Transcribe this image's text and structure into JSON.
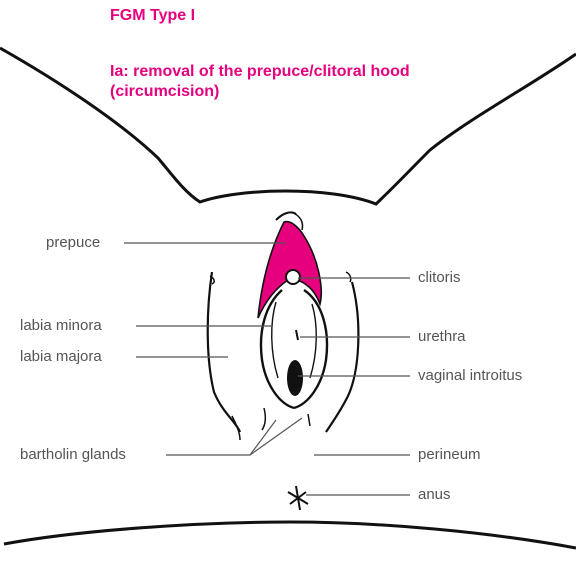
{
  "title": "FGM Type I",
  "subtitle": {
    "prefix": "Ia:",
    "text_line1": " removal of the prepuce/clitoral hood",
    "text_line2": "(circumcision)"
  },
  "labels": {
    "prepuce": "prepuce",
    "labia_minora": "labia minora",
    "labia_majora": "labia majora",
    "bartholin_glands": "bartholin glands",
    "clitoris": "clitoris",
    "urethra": "urethra",
    "vaginal_introitus": "vaginal introitus",
    "perineum": "perineum",
    "anus": "anus"
  },
  "colors": {
    "accent": "#e6007e",
    "line": "#111111",
    "label": "#555555"
  }
}
